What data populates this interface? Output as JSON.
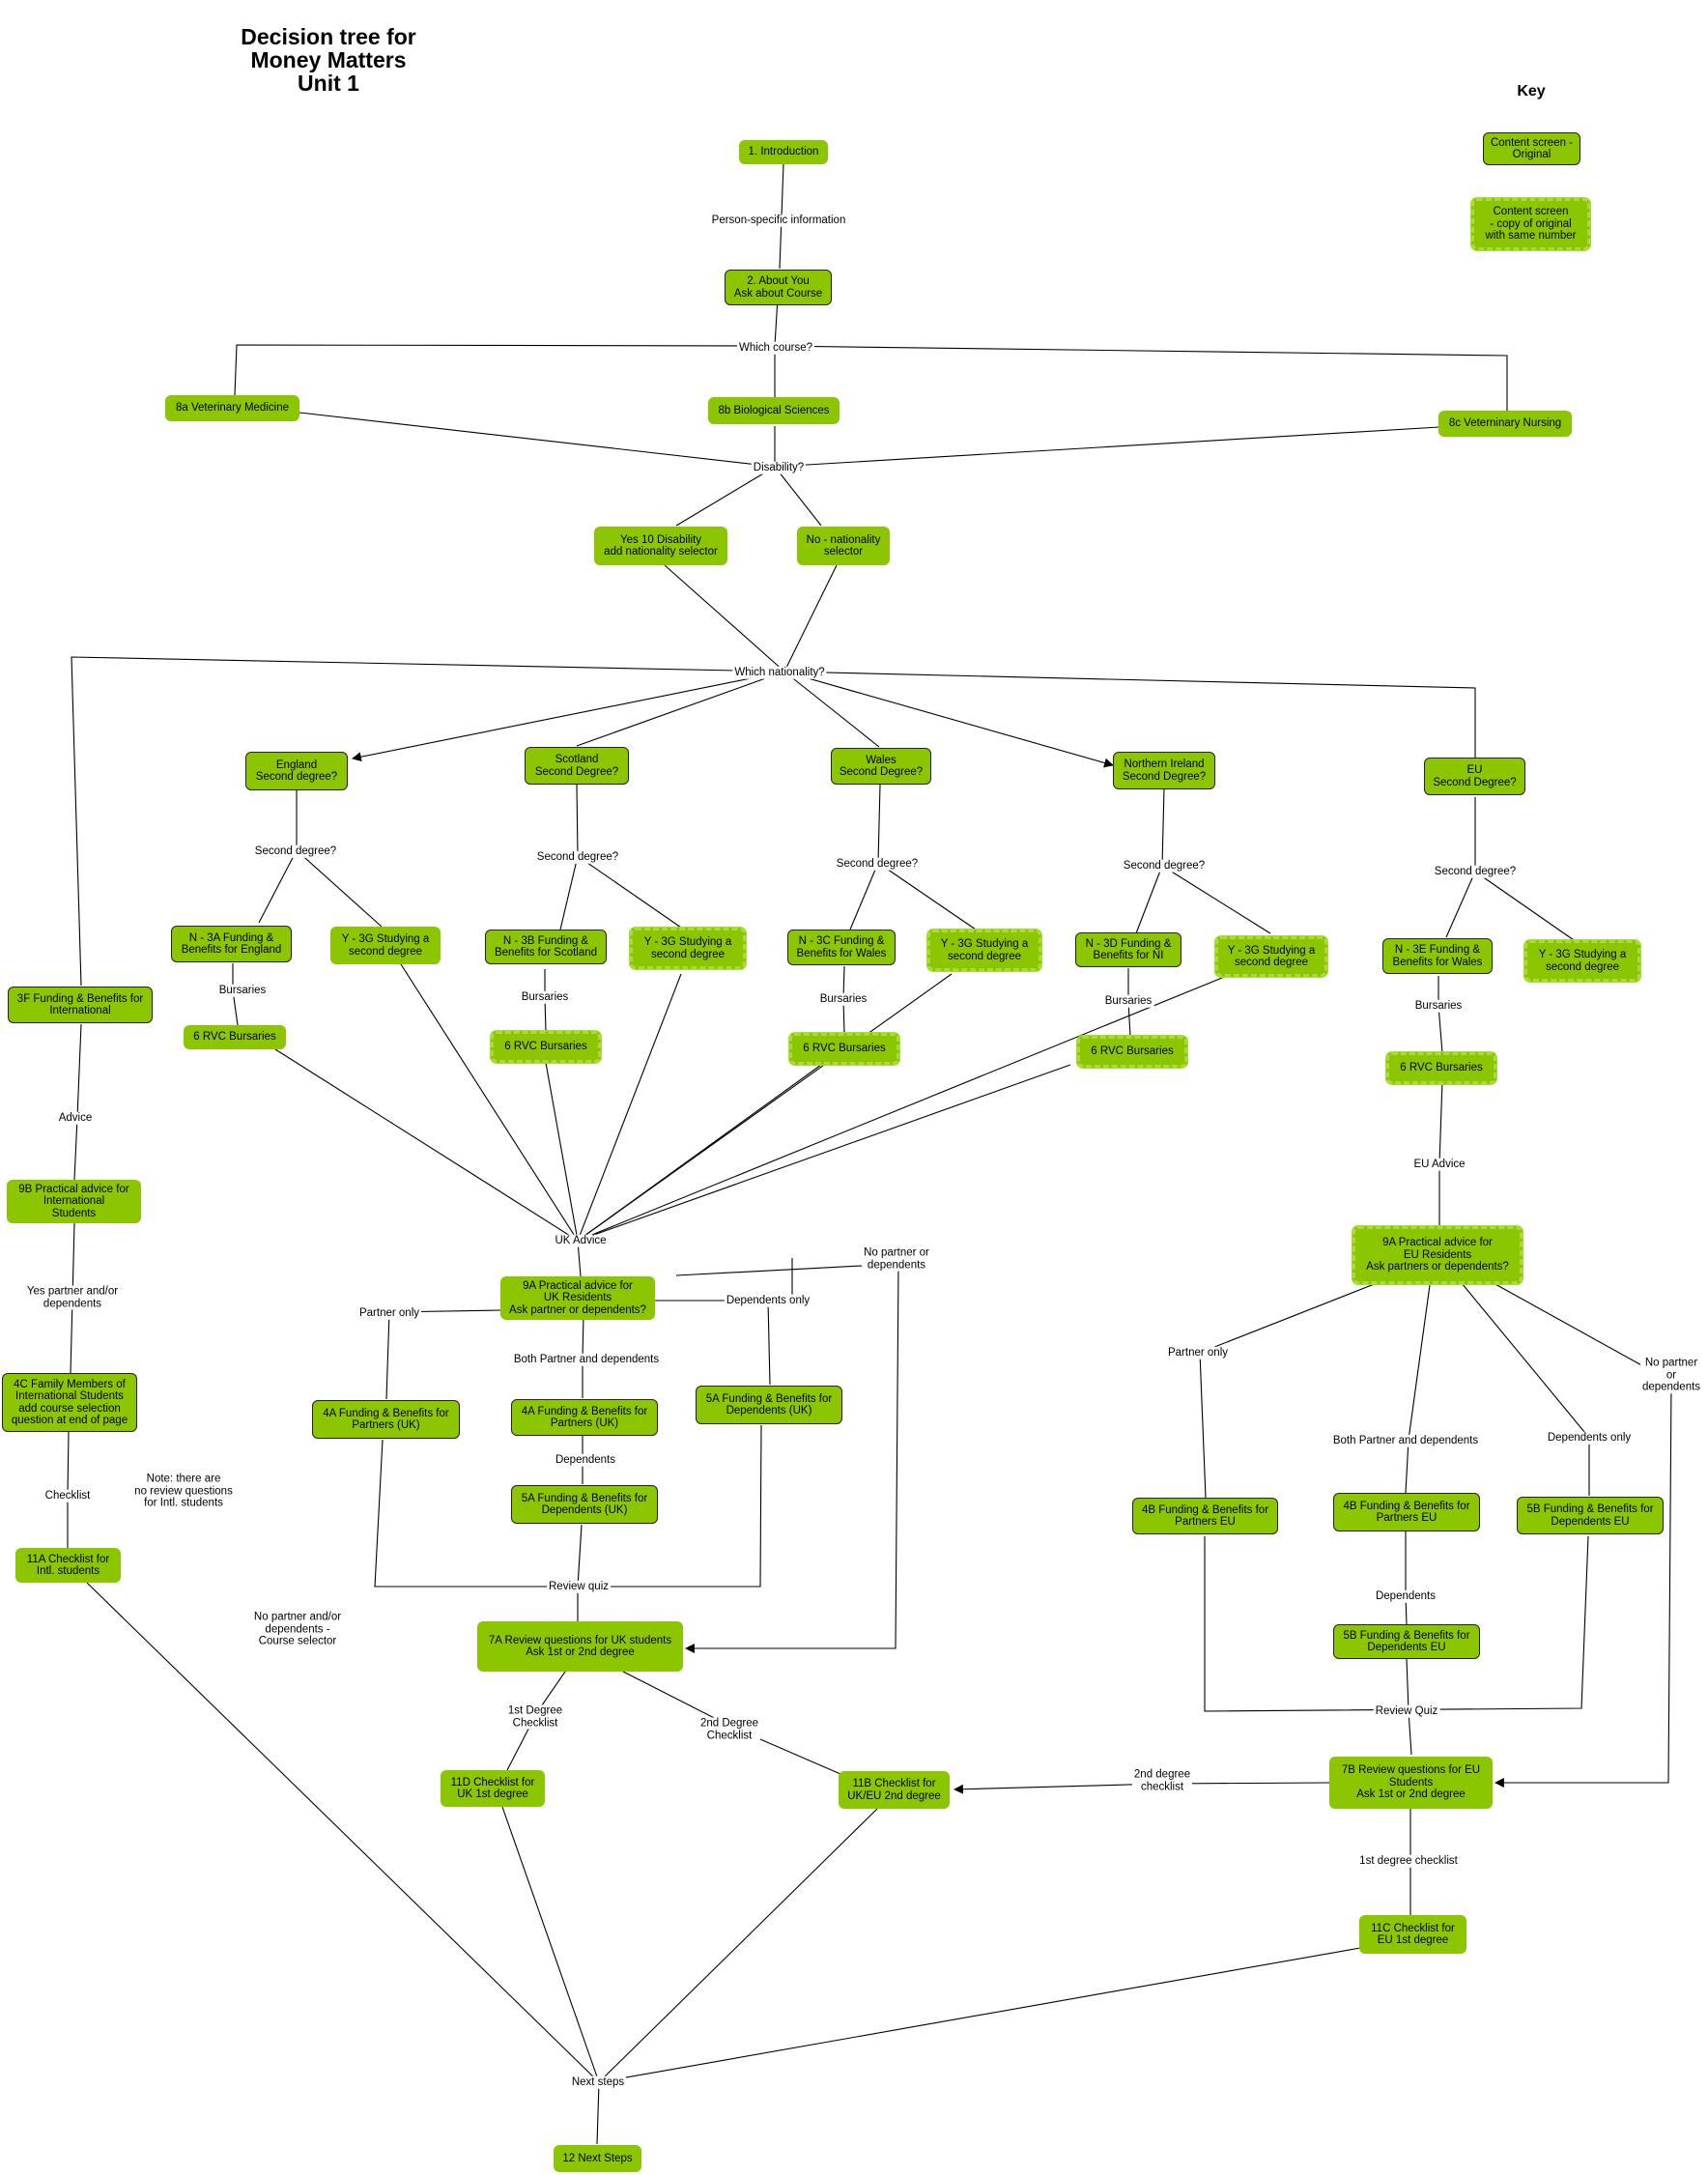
{
  "title_lines": [
    "Decision tree for",
    "Money Matters",
    "Unit 1"
  ],
  "key": {
    "title": "Key",
    "original": "Content screen -\nOriginal",
    "copy": "Content screen\n- copy of original\nwith same number"
  },
  "colors": {
    "node_fill": "#8cc600",
    "copy_border": "#a8dc3a",
    "line": "#000000"
  },
  "nodes": {
    "intro": "1. Introduction",
    "about": "2. About You\nAsk about Course",
    "vetmed": "8a Veterinary Medicine",
    "biosci": "8b Biological Sciences",
    "vetnurse": "8c Veterninary Nursing",
    "yesdis": "Yes 10 Disability\nadd nationality selector",
    "nonat": "No - nationality\nselector",
    "eng": "England\nSecond degree?",
    "sco": "Scotland\nSecond Degree?",
    "wal": "Wales\nSecond Degree?",
    "ni": "Northern Ireland\nSecond Degree?",
    "eu": "EU\nSecond Degree?",
    "n3a": "N - 3A Funding &\nBenefits for England",
    "y3g_eng": "Y - 3G Studying a\nsecond degree",
    "n3b": "N - 3B Funding &\nBenefits for Scotland",
    "y3g_sco": "Y - 3G Studying a\nsecond degree",
    "n3c": "N - 3C Funding &\nBenefits for Wales",
    "y3g_wal": "Y - 3G Studying a\nsecond degree",
    "n3d": "N - 3D Funding &\nBenefits for NI",
    "y3g_ni": "Y - 3G Studying a\nsecond degree",
    "n3e": "N - 3E Funding &\nBenefits for Wales",
    "y3g_eu": "Y - 3G Studying a\nsecond degree",
    "f3f": "3F Funding & Benefits for\nInternational",
    "rvc_eng": "6 RVC Bursaries",
    "rvc_sco": "6 RVC Bursaries",
    "rvc_wal": "6 RVC Bursaries",
    "rvc_ni": "6 RVC Bursaries",
    "rvc_eu": "6 RVC Bursaries",
    "p9b": "9B Practical advice for\nInternational\nStudents",
    "p9a_uk": "9A Practical advice for\nUK Residents\nAsk partner or dependents?",
    "p9a_eu": "9A Practical advice for\nEU Residents\nAsk partners or dependents?",
    "f4c": "4C Family Members of\nInternational Students\nadd course selection\nquestion at end of page",
    "f4a_po": "4A Funding & Benefits for\nPartners (UK)",
    "f4a_both": "4A Funding & Benefits for\nPartners (UK)",
    "f5a_do": "5A Funding & Benefits for\nDependents (UK)",
    "f5a_both": "5A Funding & Benefits for\nDependents (UK)",
    "f4b_po": "4B Funding & Benefits for\nPartners EU",
    "f4b_both": "4B Funding & Benefits for\nPartners EU",
    "f5b_do": "5B Funding & Benefits for\nDependents EU",
    "f5b_both": "5B Funding & Benefits for\nDependents EU",
    "c11a": "11A Checklist for\nIntl. students",
    "r7a": "7A Review questions for UK students\nAsk 1st or 2nd degree",
    "r7b": "7B Review questions for EU\nStudents\nAsk 1st or 2nd degree",
    "c11d": "11D Checklist for\nUK 1st degree",
    "c11b": "11B Checklist for\nUK/EU 2nd degree",
    "c11c": "11C Checklist for\nEU 1st degree",
    "n12": "12 Next Steps"
  },
  "labels": {
    "person": "Person-specific information",
    "course": "Which course?",
    "disab": "Disability?",
    "nation": "Which nationality?",
    "sd_eng": "Second degree?",
    "sd_sco": "Second degree?",
    "sd_wal": "Second degree?",
    "sd_ni": "Second degree?",
    "sd_eu": "Second degree?",
    "bur_eng": "Bursaries",
    "bur_sco": "Bursaries",
    "bur_wal": "Bursaries",
    "bur_ni": "Bursaries",
    "bur_eu": "Bursaries",
    "advice": "Advice",
    "ukadvice": "UK Advice",
    "euadvice": "EU Advice",
    "yespartner": "Yes partner and/or\ndependents",
    "checklist": "Checklist",
    "uk_partner_only": "Partner only",
    "uk_dep_only": "Dependents only",
    "uk_both": "Both Partner and dependents",
    "uk_dependents": "Dependents",
    "uk_nopartner": "No partner or\ndependents",
    "review_quiz_uk": "Review quiz",
    "first_deg_uk": "1st Degree\nChecklist",
    "second_deg_uk": "2nd Degree\nChecklist",
    "eu_partner_only": "Partner only",
    "eu_both": "Both Partner and dependents",
    "eu_dep_only": "Dependents only",
    "eu_nopartner": "No partner or\ndependents",
    "eu_dependents": "Dependents",
    "review_quiz_eu": "Review Quiz",
    "second_deg_eu": "2nd degree\nchecklist",
    "first_deg_eu": "1st degree checklist",
    "nextsteps": "Next steps"
  },
  "notes": {
    "note_intl": "Note: there are\nno review questions\nfor Intl. students",
    "nopartner_intl": "No partner and/or\ndependents -\nCourse selector"
  }
}
